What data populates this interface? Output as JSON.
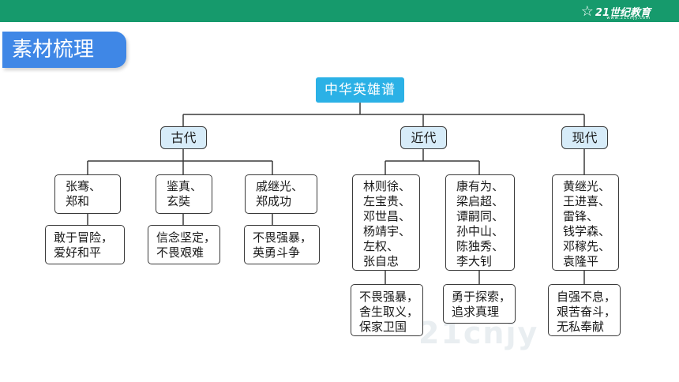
{
  "header": {
    "logo_text": "21世纪教育",
    "logo_sub": "www.21cnjy.com"
  },
  "section_title": "素材梳理",
  "diagram": {
    "root": "中华英雄谱",
    "eras": {
      "ancient": {
        "label": "古代",
        "groups": [
          {
            "people": [
              "张骞、",
              "郑和"
            ],
            "virtues": [
              "敢于冒险，",
              "爱好和平"
            ]
          },
          {
            "people": [
              "鉴真、",
              "玄奘"
            ],
            "virtues": [
              "信念坚定，",
              "不畏艰难"
            ]
          },
          {
            "people": [
              "戚继光、",
              "郑成功"
            ],
            "virtues": [
              "不畏强暴，",
              "英勇斗争"
            ]
          }
        ]
      },
      "modern": {
        "label": "近代",
        "groups": [
          {
            "people": [
              "林则徐、",
              "左宝贵、",
              "邓世昌、",
              "杨靖宇、",
              "左权、",
              "张自忠"
            ],
            "virtues": [
              "不畏强暴，",
              "舍生取义，",
              "保家卫国"
            ]
          },
          {
            "people": [
              "康有为、",
              "梁启超、",
              "谭嗣同、",
              "孙中山、",
              "陈独秀、",
              "李大钊"
            ],
            "virtues": [
              "勇于探索，",
              "追求真理"
            ]
          }
        ]
      },
      "contemporary": {
        "label": "现代",
        "groups": [
          {
            "people": [
              "黄继光、",
              "王进喜、",
              "雷锋、",
              "钱学森、",
              "邓稼先、",
              "袁隆平"
            ],
            "virtues": [
              "自强不息，",
              "艰苦奋斗，",
              "无私奉献"
            ]
          }
        ]
      }
    }
  },
  "colors": {
    "top_bar": "#169a6c",
    "tab": "#3f87e6",
    "root_box": "#2bb1e6",
    "era_box": "#d7ecf9"
  }
}
